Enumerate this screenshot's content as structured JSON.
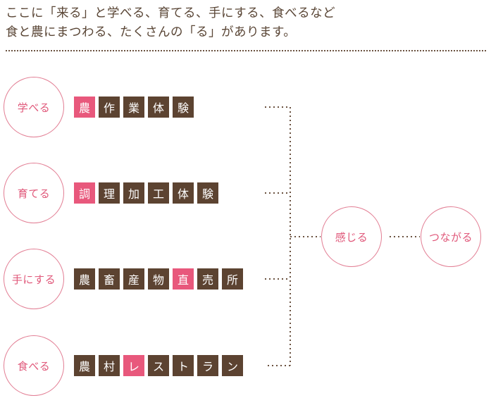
{
  "intro": {
    "line1": "ここに「来る」と学べる、育てる、手にする、食べるなど",
    "line2": "食と農にまつわる、たくさんの「る」があります。"
  },
  "rows": [
    {
      "label": "学べる",
      "chars": [
        {
          "t": "農",
          "hl": true
        },
        {
          "t": "作",
          "hl": false
        },
        {
          "t": "業",
          "hl": false
        },
        {
          "t": "体",
          "hl": false
        },
        {
          "t": "験",
          "hl": false
        }
      ]
    },
    {
      "label": "育てる",
      "chars": [
        {
          "t": "調",
          "hl": true
        },
        {
          "t": "理",
          "hl": false
        },
        {
          "t": "加",
          "hl": false
        },
        {
          "t": "工",
          "hl": false
        },
        {
          "t": "体",
          "hl": false
        },
        {
          "t": "験",
          "hl": false
        }
      ]
    },
    {
      "label": "手にする",
      "chars": [
        {
          "t": "農",
          "hl": false
        },
        {
          "t": "畜",
          "hl": false
        },
        {
          "t": "産",
          "hl": false
        },
        {
          "t": "物",
          "hl": false
        },
        {
          "t": "直",
          "hl": true
        },
        {
          "t": "売",
          "hl": false
        },
        {
          "t": "所",
          "hl": false
        }
      ]
    },
    {
      "label": "食べる",
      "chars": [
        {
          "t": "農",
          "hl": false
        },
        {
          "t": "村",
          "hl": false
        },
        {
          "t": "レ",
          "hl": true
        },
        {
          "t": "ス",
          "hl": false
        },
        {
          "t": "ト",
          "hl": false
        },
        {
          "t": "ラ",
          "hl": false
        },
        {
          "t": "ン",
          "hl": false
        }
      ]
    }
  ],
  "hub": {
    "label": "感じる"
  },
  "end": {
    "label": "つながる"
  },
  "colors": {
    "brown": "#5c4331",
    "pink": "#e8587c",
    "circle_border": "#e27d93",
    "text": "#5a4636"
  }
}
